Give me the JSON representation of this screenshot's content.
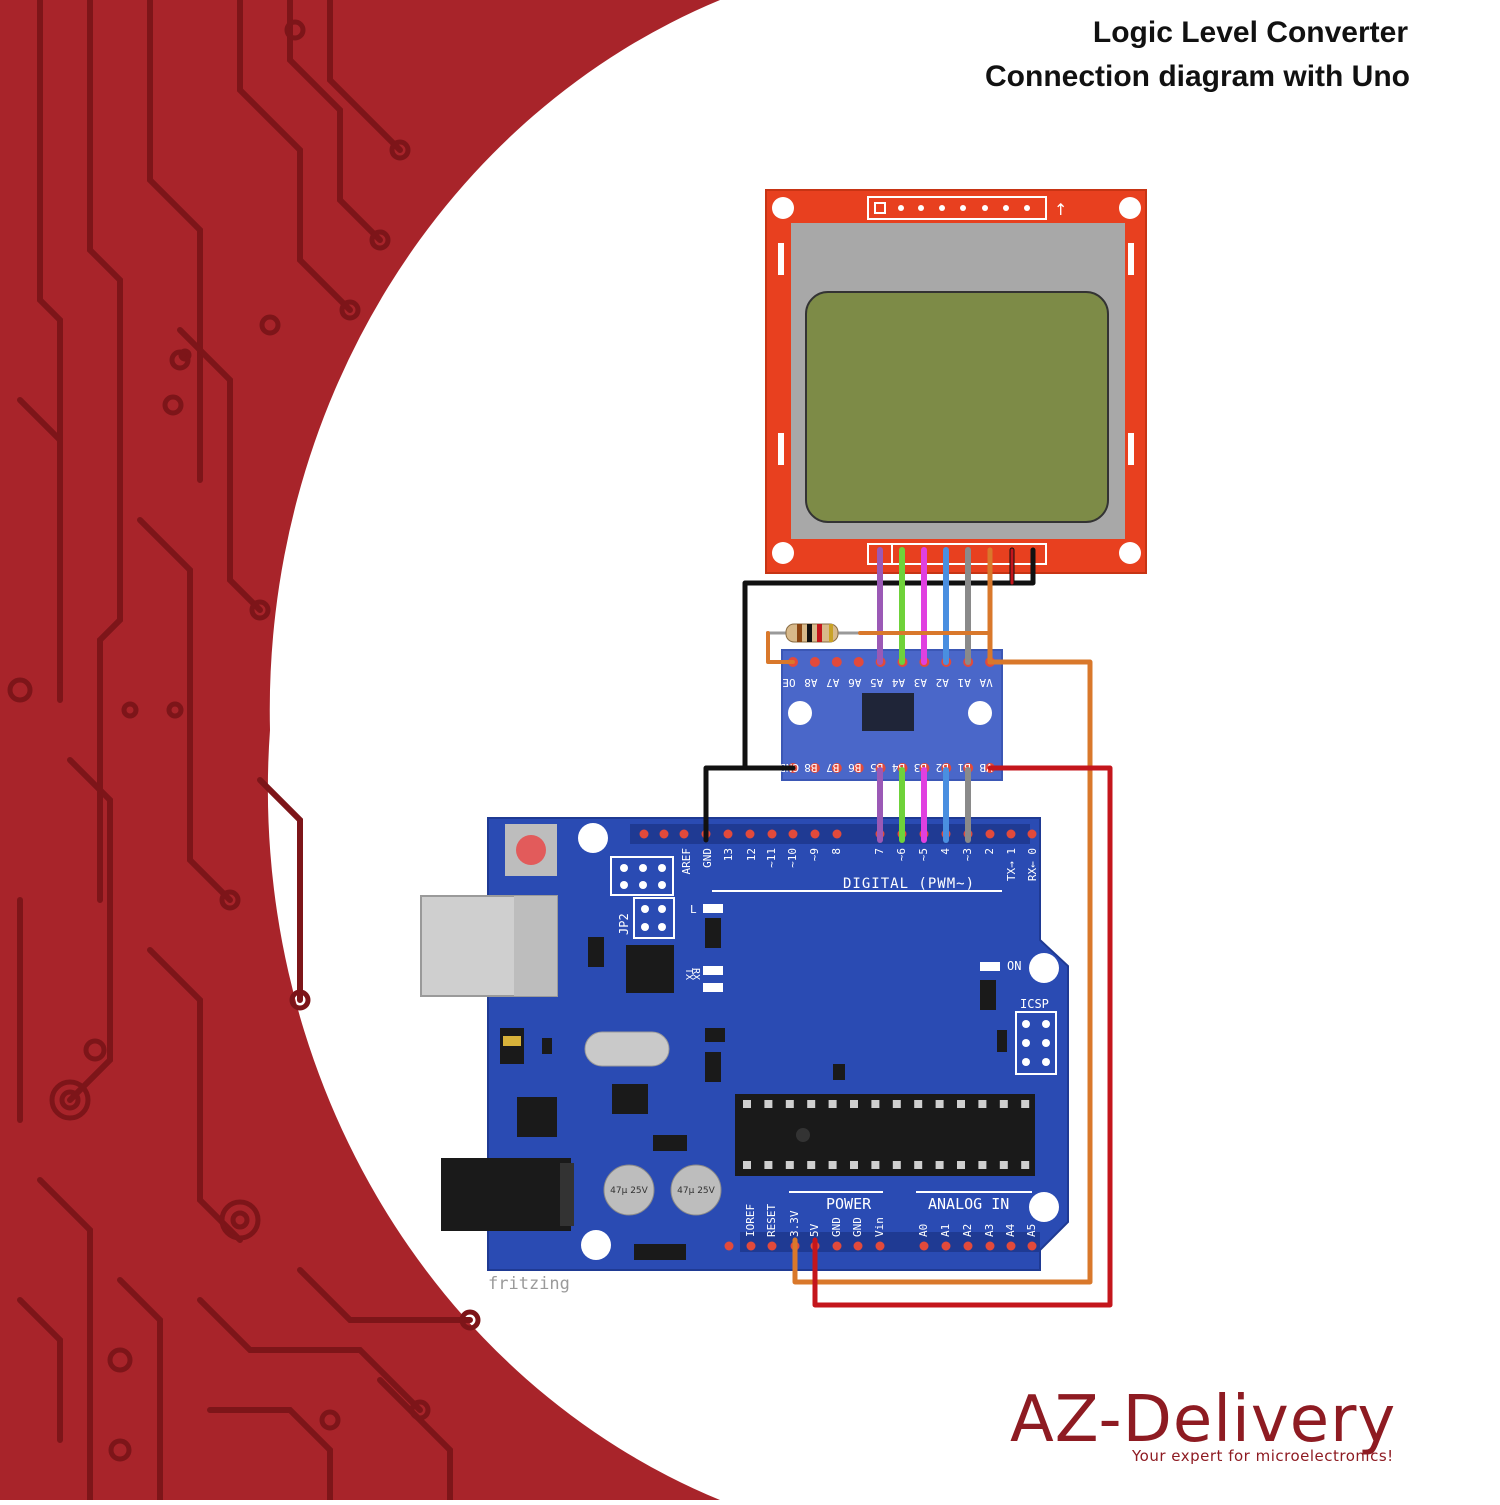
{
  "title": {
    "line1": "Logic Level Converter",
    "line2": "Connection diagram with Uno"
  },
  "colors": {
    "background_red": "#a8242a",
    "trace_red": "#7d1519",
    "board_blue": "#2a4bb3",
    "lcd_board_red": "#e8401f",
    "lcd_screen": "#7d8b47",
    "converter_blue": "#4a67c9",
    "brand": "#8e1b22"
  },
  "lcd_module": {
    "header_marker": "↑"
  },
  "level_converter": {
    "top_pins": [
      "OE",
      "A8",
      "A7",
      "A6",
      "A5",
      "A4",
      "A3",
      "A2",
      "A1",
      "VA"
    ],
    "bottom_pins": [
      "GND",
      "B8",
      "B7",
      "B6",
      "B5",
      "B4",
      "B3",
      "B2",
      "B1",
      "VB"
    ]
  },
  "arduino": {
    "digital_pins": [
      "AREF",
      "GND",
      "13",
      "12",
      "~11",
      "~10",
      "~9",
      "8",
      "7",
      "~6",
      "~5",
      "4",
      "~3",
      "2",
      "TX→ 1",
      "RX← 0"
    ],
    "digital_label": "DIGITAL (PWM~)",
    "power_label": "POWER",
    "power_pins": [
      "IOREF",
      "RESET",
      "3.3V",
      "5V",
      "GND",
      "GND",
      "Vin"
    ],
    "analog_label": "ANALOG IN",
    "analog_pins": [
      "A0",
      "A1",
      "A2",
      "A3",
      "A4",
      "A5"
    ],
    "on_label": "ON",
    "icsp_label": "ICSP",
    "jp2_label": "JP2",
    "l_label": "L",
    "tx_label": "TX",
    "rx_label": "RX",
    "cap_label_1": "47µ 25V",
    "cap_label_2": "47µ 25V",
    "fritzing": "fritzing"
  },
  "brand": {
    "name": "AZ-Delivery",
    "tagline": "Your expert for microelectronics!"
  },
  "wires": [
    {
      "name": "wire-purple",
      "color": "#9b59b6"
    },
    {
      "name": "wire-green",
      "color": "#6fd23a"
    },
    {
      "name": "wire-magenta",
      "color": "#e040e0"
    },
    {
      "name": "wire-blue",
      "color": "#4a8fe0"
    },
    {
      "name": "wire-gray",
      "color": "#8a8a8a"
    },
    {
      "name": "wire-orange",
      "color": "#d9782b"
    },
    {
      "name": "wire-red",
      "color": "#c4161c"
    },
    {
      "name": "wire-black",
      "color": "#111111"
    }
  ]
}
